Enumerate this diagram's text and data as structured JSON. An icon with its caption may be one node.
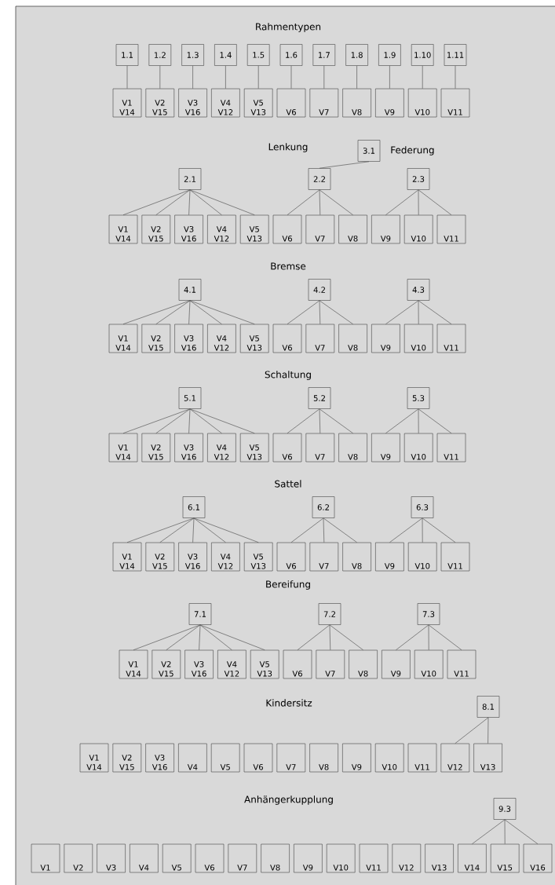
{
  "diagram": {
    "nodes": [
      {
        "text": [
          "1.1"
        ]
      },
      {
        "text": [
          "1.2"
        ]
      },
      {
        "text": [
          "1.3"
        ]
      },
      {
        "text": [
          "1.4"
        ]
      },
      {
        "text": [
          "1.5"
        ]
      },
      {
        "text": [
          "1.6"
        ]
      },
      {
        "text": [
          "1.7"
        ]
      },
      {
        "text": [
          "1.8"
        ]
      },
      {
        "text": [
          "1.9"
        ]
      },
      {
        "text": [
          "1.10"
        ]
      },
      {
        "text": [
          "1.11"
        ]
      },
      {
        "text": [
          "V1 V14"
        ]
      },
      {
        "text": [
          "V2 V15"
        ]
      },
      {
        "text": [
          "V3 V16"
        ]
      },
      {
        "text": [
          "V4 V12"
        ]
      },
      {
        "text": [
          "V5 V13"
        ]
      },
      {
        "text": [
          "V6"
        ]
      },
      {
        "text": [
          "V7"
        ]
      },
      {
        "text": [
          "V8"
        ]
      },
      {
        "text": [
          "V9"
        ]
      },
      {
        "text": [
          "V10"
        ]
      },
      {
        "text": [
          "V11"
        ]
      },
      {
        "text": [
          "3.1"
        ]
      },
      {
        "text": [
          "2.1"
        ]
      },
      {
        "text": [
          "2.2"
        ]
      },
      {
        "text": [
          "2.3"
        ]
      },
      {
        "text": [
          "V1 V14"
        ]
      },
      {
        "text": [
          "V2 V15"
        ]
      },
      {
        "text": [
          "V3 V16"
        ]
      },
      {
        "text": [
          "V4 V12"
        ]
      },
      {
        "text": [
          "V5 V13"
        ]
      },
      {
        "text": [
          "V6"
        ]
      },
      {
        "text": [
          "V7"
        ]
      },
      {
        "text": [
          "V8"
        ]
      },
      {
        "text": [
          "V9"
        ]
      },
      {
        "text": [
          "V10"
        ]
      },
      {
        "text": [
          "V11"
        ]
      },
      {
        "text": [
          "4.1"
        ]
      },
      {
        "text": [
          "4.2"
        ]
      },
      {
        "text": [
          "4.3"
        ]
      },
      {
        "text": [
          "V1 V14"
        ]
      },
      {
        "text": [
          "V2 V15"
        ]
      },
      {
        "text": [
          "V3 V16"
        ]
      },
      {
        "text": [
          "V4 V12"
        ]
      },
      {
        "text": [
          "V5 V13"
        ]
      },
      {
        "text": [
          "V6"
        ]
      },
      {
        "text": [
          "V7"
        ]
      },
      {
        "text": [
          "V8"
        ]
      },
      {
        "text": [
          "V9"
        ]
      },
      {
        "text": [
          "V10"
        ]
      },
      {
        "text": [
          "V11"
        ]
      },
      {
        "text": [
          "5.1"
        ]
      },
      {
        "text": [
          "5.2"
        ]
      },
      {
        "text": [
          "5.3"
        ]
      },
      {
        "text": [
          "V1 V14"
        ]
      },
      {
        "text": [
          "V2 V15"
        ]
      },
      {
        "text": [
          "V3 V16"
        ]
      },
      {
        "text": [
          "V4 V12"
        ]
      },
      {
        "text": [
          "V5 V13"
        ]
      },
      {
        "text": [
          "V6"
        ]
      },
      {
        "text": [
          "V7"
        ]
      },
      {
        "text": [
          "V8"
        ]
      },
      {
        "text": [
          "V9"
        ]
      },
      {
        "text": [
          "V10"
        ]
      },
      {
        "text": [
          "V11"
        ]
      },
      {
        "text": [
          "6.1"
        ]
      },
      {
        "text": [
          "6.2"
        ]
      },
      {
        "text": [
          "6.3"
        ]
      },
      {
        "text": [
          "V1 V14"
        ]
      },
      {
        "text": [
          "V2 V15"
        ]
      },
      {
        "text": [
          "V3 V16"
        ]
      },
      {
        "text": [
          "V4 V12"
        ]
      },
      {
        "text": [
          "V5 V13"
        ]
      },
      {
        "text": [
          "V6"
        ]
      },
      {
        "text": [
          "V7"
        ]
      },
      {
        "text": [
          "V8"
        ]
      },
      {
        "text": [
          "V9"
        ]
      },
      {
        "text": [
          "V10"
        ]
      },
      {
        "text": [
          "V11"
        ]
      },
      {
        "text": [
          "7.1"
        ]
      },
      {
        "text": [
          "7.2"
        ]
      },
      {
        "text": [
          "7.3"
        ]
      },
      {
        "text": [
          "V1 V14"
        ]
      },
      {
        "text": [
          "V2 V15"
        ]
      },
      {
        "text": [
          "V3 V16"
        ]
      },
      {
        "text": [
          "V4 V12"
        ]
      },
      {
        "text": [
          "V5 V13"
        ]
      },
      {
        "text": [
          "V6"
        ]
      },
      {
        "text": [
          "V7"
        ]
      },
      {
        "text": [
          "V8"
        ]
      },
      {
        "text": [
          "V9"
        ]
      },
      {
        "text": [
          "V10"
        ]
      },
      {
        "text": [
          "V11"
        ]
      },
      {
        "text": [
          "8.1"
        ]
      },
      {
        "text": [
          "V1 V14"
        ]
      },
      {
        "text": [
          "V2 V15"
        ]
      },
      {
        "text": [
          "V3 V16"
        ]
      },
      {
        "text": [
          "V4"
        ]
      },
      {
        "text": [
          "V5"
        ]
      },
      {
        "text": [
          "V6"
        ]
      },
      {
        "text": [
          "V7"
        ]
      },
      {
        "text": [
          "V8"
        ]
      },
      {
        "text": [
          "V9"
        ]
      },
      {
        "text": [
          "V10"
        ]
      },
      {
        "text": [
          "V11"
        ]
      },
      {
        "text": [
          "V12"
        ]
      },
      {
        "text": [
          "V13"
        ]
      },
      {
        "text": [
          "9.3"
        ]
      },
      {
        "text": [
          "V1"
        ]
      },
      {
        "text": [
          "V2"
        ]
      },
      {
        "text": [
          "V3"
        ]
      },
      {
        "text": [
          "V4"
        ]
      },
      {
        "text": [
          "V5"
        ]
      },
      {
        "text": [
          "V6"
        ]
      },
      {
        "text": [
          "V7"
        ]
      },
      {
        "text": [
          "V8"
        ]
      },
      {
        "text": [
          "V9"
        ]
      },
      {
        "text": [
          "V10"
        ]
      },
      {
        "text": [
          "V11"
        ]
      },
      {
        "text": [
          "V12"
        ]
      },
      {
        "text": [
          "V13"
        ]
      },
      {
        "text": [
          "V14"
        ]
      },
      {
        "text": [
          "V15"
        ]
      },
      {
        "text": [
          "V16"
        ]
      }
    ],
    "edges": [
      {
        "from": 0,
        "to": 11,
        "arrow": "none"
      },
      {
        "from": 1,
        "to": 12,
        "arrow": "none"
      },
      {
        "from": 2,
        "to": 13,
        "arrow": "none"
      },
      {
        "from": 3,
        "to": 14,
        "arrow": "none"
      },
      {
        "from": 4,
        "to": 15,
        "arrow": "none"
      },
      {
        "from": 5,
        "to": 16,
        "arrow": "none"
      },
      {
        "from": 6,
        "to": 17,
        "arrow": "none"
      },
      {
        "from": 7,
        "to": 18,
        "arrow": "none"
      },
      {
        "from": 8,
        "to": 19,
        "arrow": "none"
      },
      {
        "from": 9,
        "to": 20,
        "arrow": "none"
      },
      {
        "from": 10,
        "to": 21,
        "arrow": "none"
      },
      {
        "from": 22,
        "to": 24,
        "arrow": "none"
      },
      {
        "from": 23,
        "to": 26,
        "arrow": "none"
      },
      {
        "from": 23,
        "to": 27,
        "arrow": "none"
      },
      {
        "from": 23,
        "to": 28,
        "arrow": "none"
      },
      {
        "from": 23,
        "to": 29,
        "arrow": "none"
      },
      {
        "from": 23,
        "to": 30,
        "arrow": "none"
      },
      {
        "from": 24,
        "to": 31,
        "arrow": "none"
      },
      {
        "from": 24,
        "to": 32,
        "arrow": "none"
      },
      {
        "from": 24,
        "to": 33,
        "arrow": "none"
      },
      {
        "from": 25,
        "to": 34,
        "arrow": "none"
      },
      {
        "from": 25,
        "to": 35,
        "arrow": "none"
      },
      {
        "from": 25,
        "to": 36,
        "arrow": "none"
      },
      {
        "from": 37,
        "to": 40,
        "arrow": "none"
      },
      {
        "from": 37,
        "to": 41,
        "arrow": "none"
      },
      {
        "from": 37,
        "to": 42,
        "arrow": "none"
      },
      {
        "from": 37,
        "to": 43,
        "arrow": "none"
      },
      {
        "from": 37,
        "to": 44,
        "arrow": "none"
      },
      {
        "from": 38,
        "to": 45,
        "arrow": "none"
      },
      {
        "from": 38,
        "to": 46,
        "arrow": "none"
      },
      {
        "from": 38,
        "to": 47,
        "arrow": "none"
      },
      {
        "from": 39,
        "to": 48,
        "arrow": "none"
      },
      {
        "from": 39,
        "to": 49,
        "arrow": "none"
      },
      {
        "from": 39,
        "to": 50,
        "arrow": "none"
      },
      {
        "from": 51,
        "to": 54,
        "arrow": "none"
      },
      {
        "from": 51,
        "to": 55,
        "arrow": "none"
      },
      {
        "from": 51,
        "to": 56,
        "arrow": "none"
      },
      {
        "from": 51,
        "to": 57,
        "arrow": "none"
      },
      {
        "from": 51,
        "to": 58,
        "arrow": "none"
      },
      {
        "from": 52,
        "to": 59,
        "arrow": "none"
      },
      {
        "from": 52,
        "to": 60,
        "arrow": "none"
      },
      {
        "from": 52,
        "to": 61,
        "arrow": "none"
      },
      {
        "from": 53,
        "to": 62,
        "arrow": "none"
      },
      {
        "from": 53,
        "to": 63,
        "arrow": "none"
      },
      {
        "from": 53,
        "to": 64,
        "arrow": "none"
      },
      {
        "from": 65,
        "to": 68,
        "arrow": "none"
      },
      {
        "from": 65,
        "to": 69,
        "arrow": "none"
      },
      {
        "from": 65,
        "to": 70,
        "arrow": "none"
      },
      {
        "from": 65,
        "to": 71,
        "arrow": "none"
      },
      {
        "from": 65,
        "to": 72,
        "arrow": "none"
      },
      {
        "from": 66,
        "to": 73,
        "arrow": "none"
      },
      {
        "from": 66,
        "to": 74,
        "arrow": "none"
      },
      {
        "from": 66,
        "to": 75,
        "arrow": "none"
      },
      {
        "from": 67,
        "to": 76,
        "arrow": "none"
      },
      {
        "from": 67,
        "to": 77,
        "arrow": "none"
      },
      {
        "from": 67,
        "to": 78,
        "arrow": "none"
      },
      {
        "from": 79,
        "to": 82,
        "arrow": "none"
      },
      {
        "from": 79,
        "to": 83,
        "arrow": "none"
      },
      {
        "from": 79,
        "to": 84,
        "arrow": "none"
      },
      {
        "from": 79,
        "to": 85,
        "arrow": "none"
      },
      {
        "from": 79,
        "to": 86,
        "arrow": "none"
      },
      {
        "from": 80,
        "to": 87,
        "arrow": "none"
      },
      {
        "from": 80,
        "to": 88,
        "arrow": "none"
      },
      {
        "from": 80,
        "to": 89,
        "arrow": "none"
      },
      {
        "from": 81,
        "to": 90,
        "arrow": "none"
      },
      {
        "from": 81,
        "to": 91,
        "arrow": "none"
      },
      {
        "from": 81,
        "to": 92,
        "arrow": "none"
      },
      {
        "from": 93,
        "to": 105,
        "arrow": "none"
      },
      {
        "from": 93,
        "to": 106,
        "arrow": "none"
      },
      {
        "from": 107,
        "to": 121,
        "arrow": "none"
      },
      {
        "from": 107,
        "to": 122,
        "arrow": "none"
      },
      {
        "from": 107,
        "to": 123,
        "arrow": "none"
      }
    ],
    "labels": [
      "Rahmentypen",
      "Lenkung",
      "Federung",
      "Bremse",
      "Schaltung",
      "Sattel",
      "Bereifung",
      "Kindersitz",
      "Anhängerkupplung"
    ]
  }
}
